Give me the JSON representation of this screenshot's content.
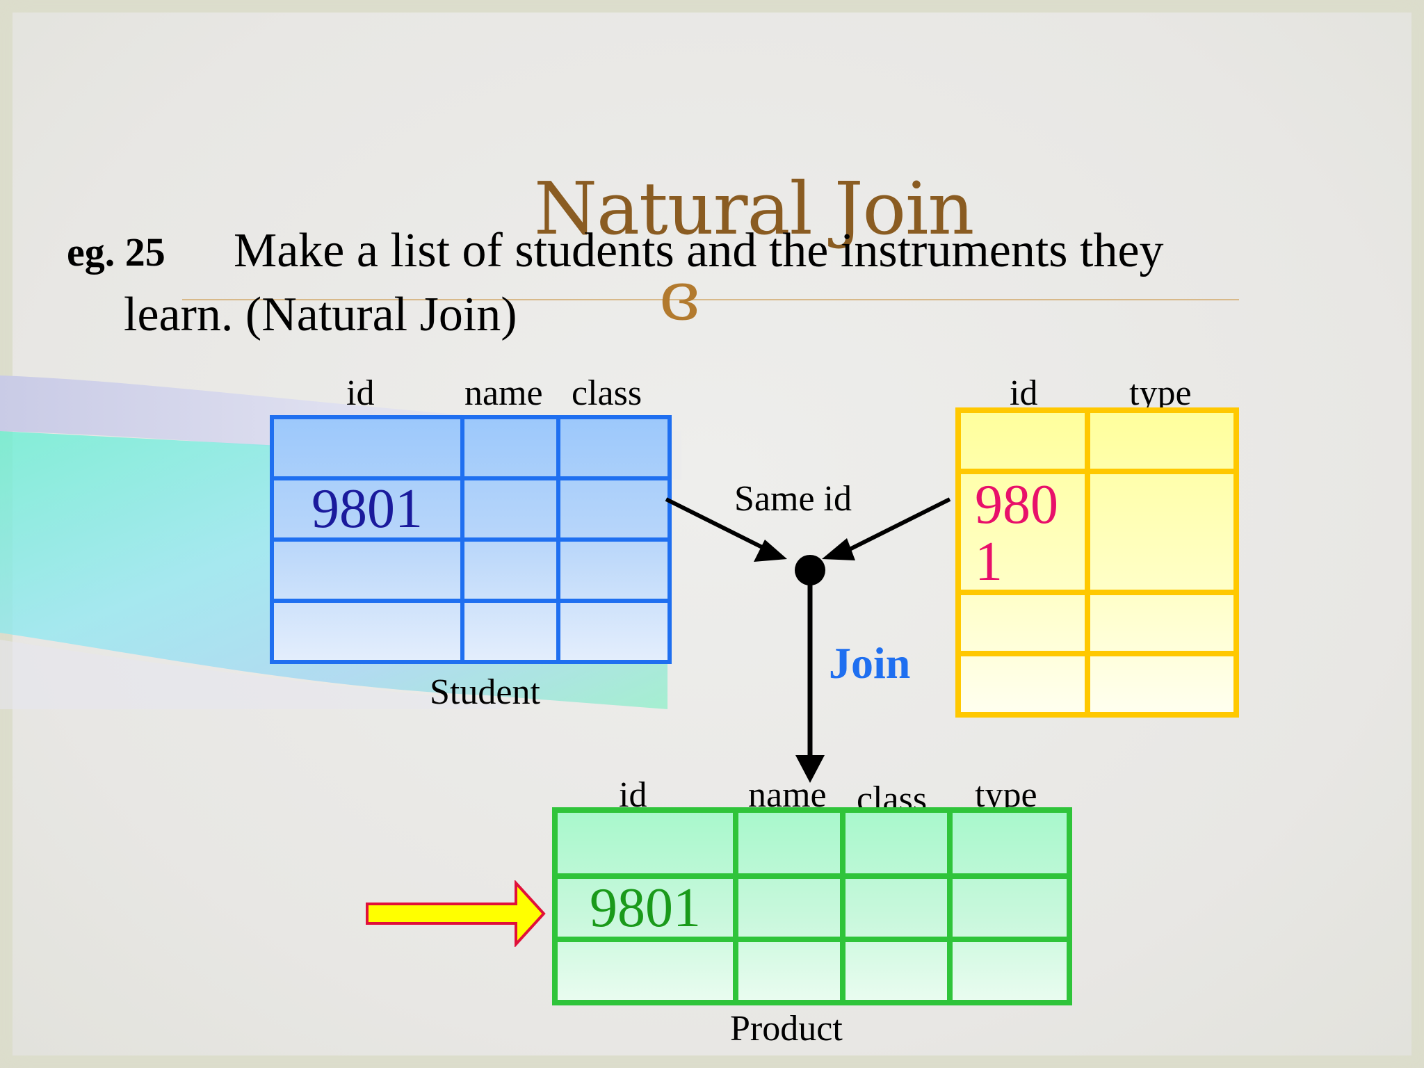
{
  "slide": {
    "title": "Natural Join",
    "ornament": "ɞ",
    "example_label": "eg. 25",
    "prompt_line1": "Make a list of students and the instruments they",
    "prompt_line2": "learn. (Natural Join)"
  },
  "student_table": {
    "caption": "Student",
    "headers": [
      "id",
      "name",
      "class"
    ],
    "highlight_value": "9801"
  },
  "instrument_table": {
    "headers": [
      "id",
      "type"
    ],
    "highlight_value_line1": "980",
    "highlight_value_line2": "1"
  },
  "product_table": {
    "caption": "Product",
    "headers": [
      "id",
      "name",
      "class",
      "type"
    ],
    "highlight_value": "9801"
  },
  "join": {
    "condition_label": "Same id",
    "operation_label": "Join"
  },
  "colors": {
    "title": "#8a5c22",
    "student_border": "#1f6ff0",
    "student_value": "#1a1a9c",
    "instrument_border": "#ffc800",
    "instrument_value": "#e8106a",
    "product_border": "#2fc43a",
    "product_value": "#1a9a1a",
    "join_label": "#1f6ff0",
    "pointer_fill": "#ffff00",
    "pointer_stroke": "#e0103a"
  }
}
